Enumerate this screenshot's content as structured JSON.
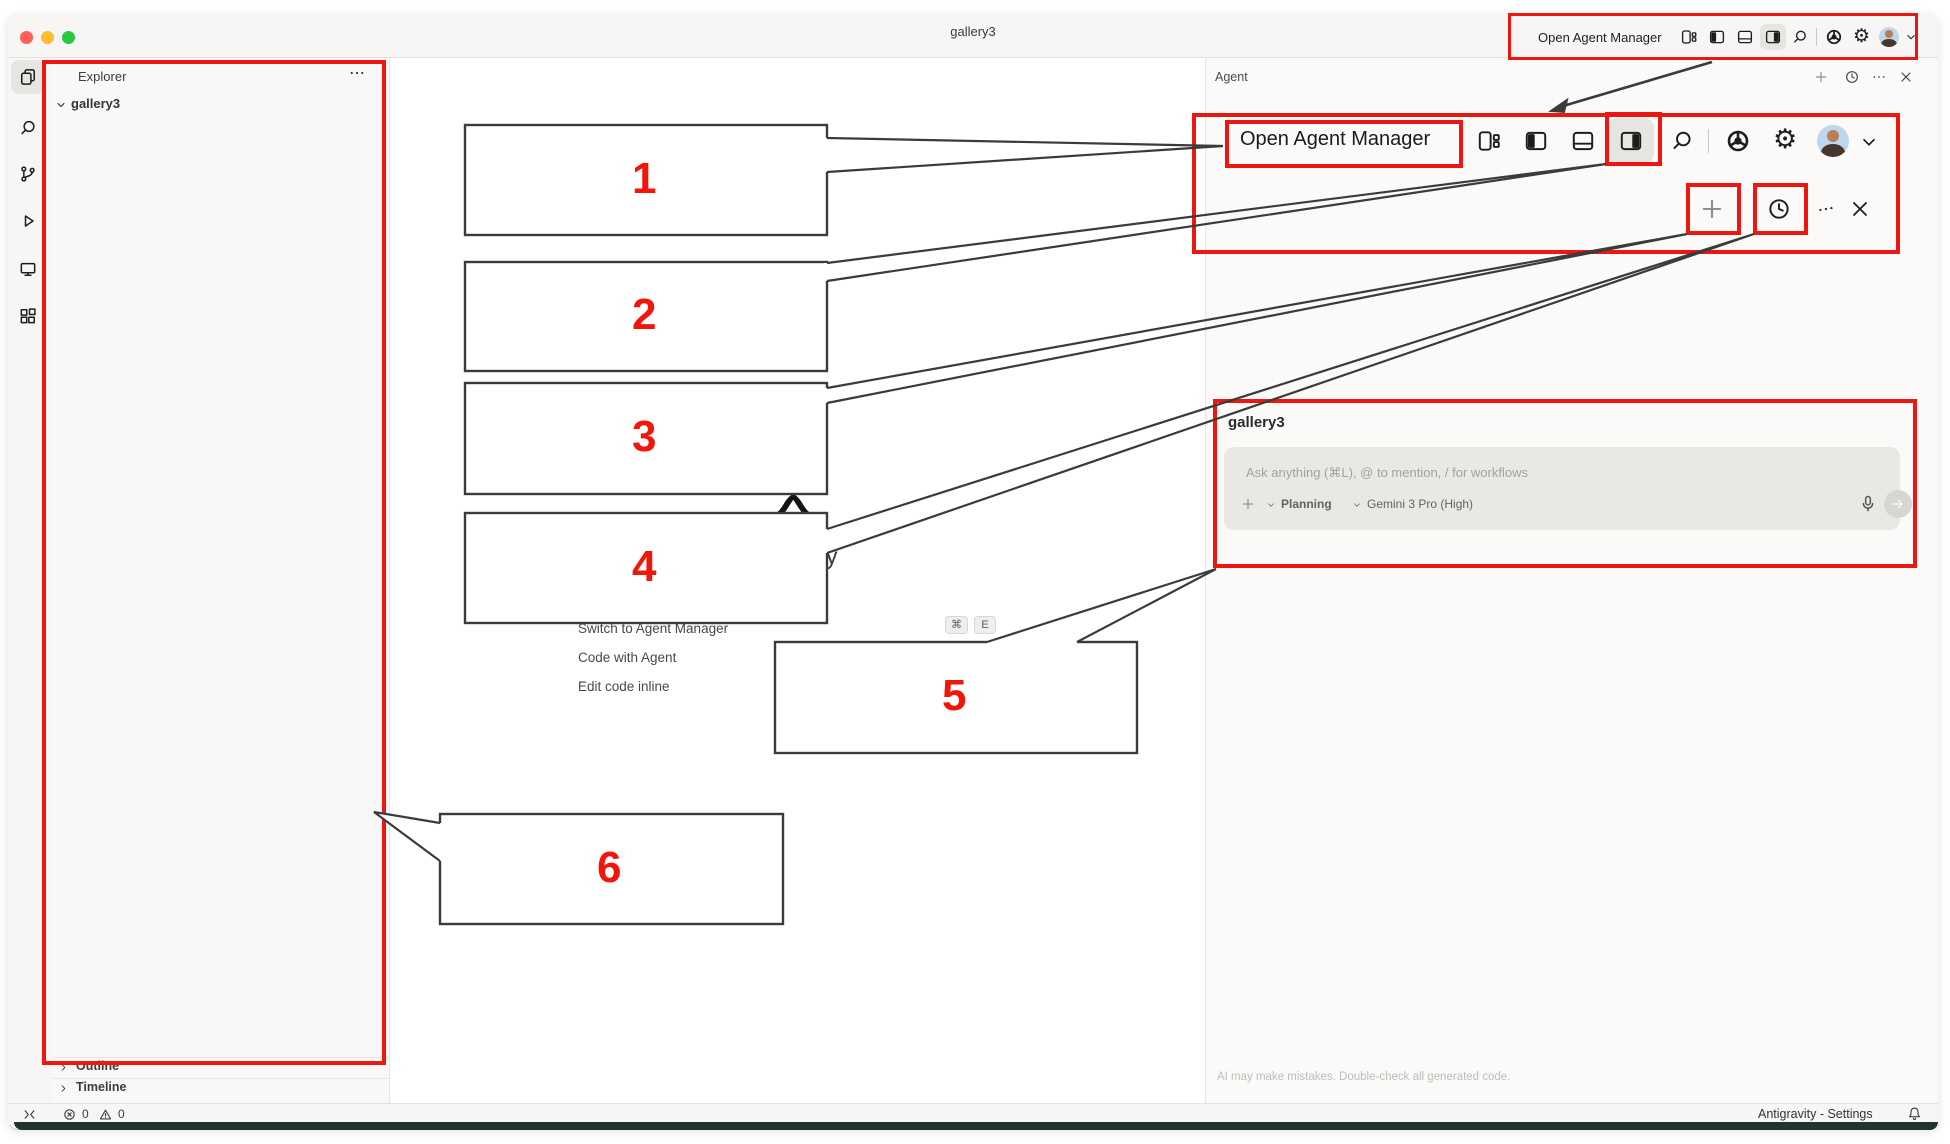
{
  "window": {
    "title": "gallery3"
  },
  "titlebar_toolbar": {
    "label": "Open Agent Manager"
  },
  "activity_bar": {
    "icons": [
      "files",
      "search",
      "source-control",
      "run-debug",
      "devices",
      "extensions"
    ]
  },
  "explorer": {
    "header": "Explorer",
    "root_item": "gallery3",
    "outline_label": "Outline",
    "timeline_label": "Timeline"
  },
  "editor": {
    "logo_tail": "y",
    "shortcuts": [
      {
        "label": "Switch to Agent Manager",
        "keys": [
          "⌘",
          "E"
        ]
      },
      {
        "label": "Code with Agent"
      },
      {
        "label": "Edit code inline"
      }
    ]
  },
  "agent_panel": {
    "title": "Agent",
    "zoom_inset": {
      "label": "Open Agent Manager"
    },
    "conversation": {
      "name": "gallery3",
      "input_placeholder": "Ask anything (⌘L), @ to mention, / for workflows",
      "mode": "Planning",
      "model": "Gemini 3 Pro (High)"
    },
    "disclaimer": "AI may make mistakes. Double-check all generated code."
  },
  "status_bar": {
    "error_count": "0",
    "warning_count": "0",
    "app_label": "Antigravity - Settings"
  },
  "annotations": {
    "numbers": [
      "1",
      "2",
      "3",
      "4",
      "5",
      "6"
    ],
    "accent_color": "#ec1710",
    "line_color": "#3b3b3b"
  }
}
